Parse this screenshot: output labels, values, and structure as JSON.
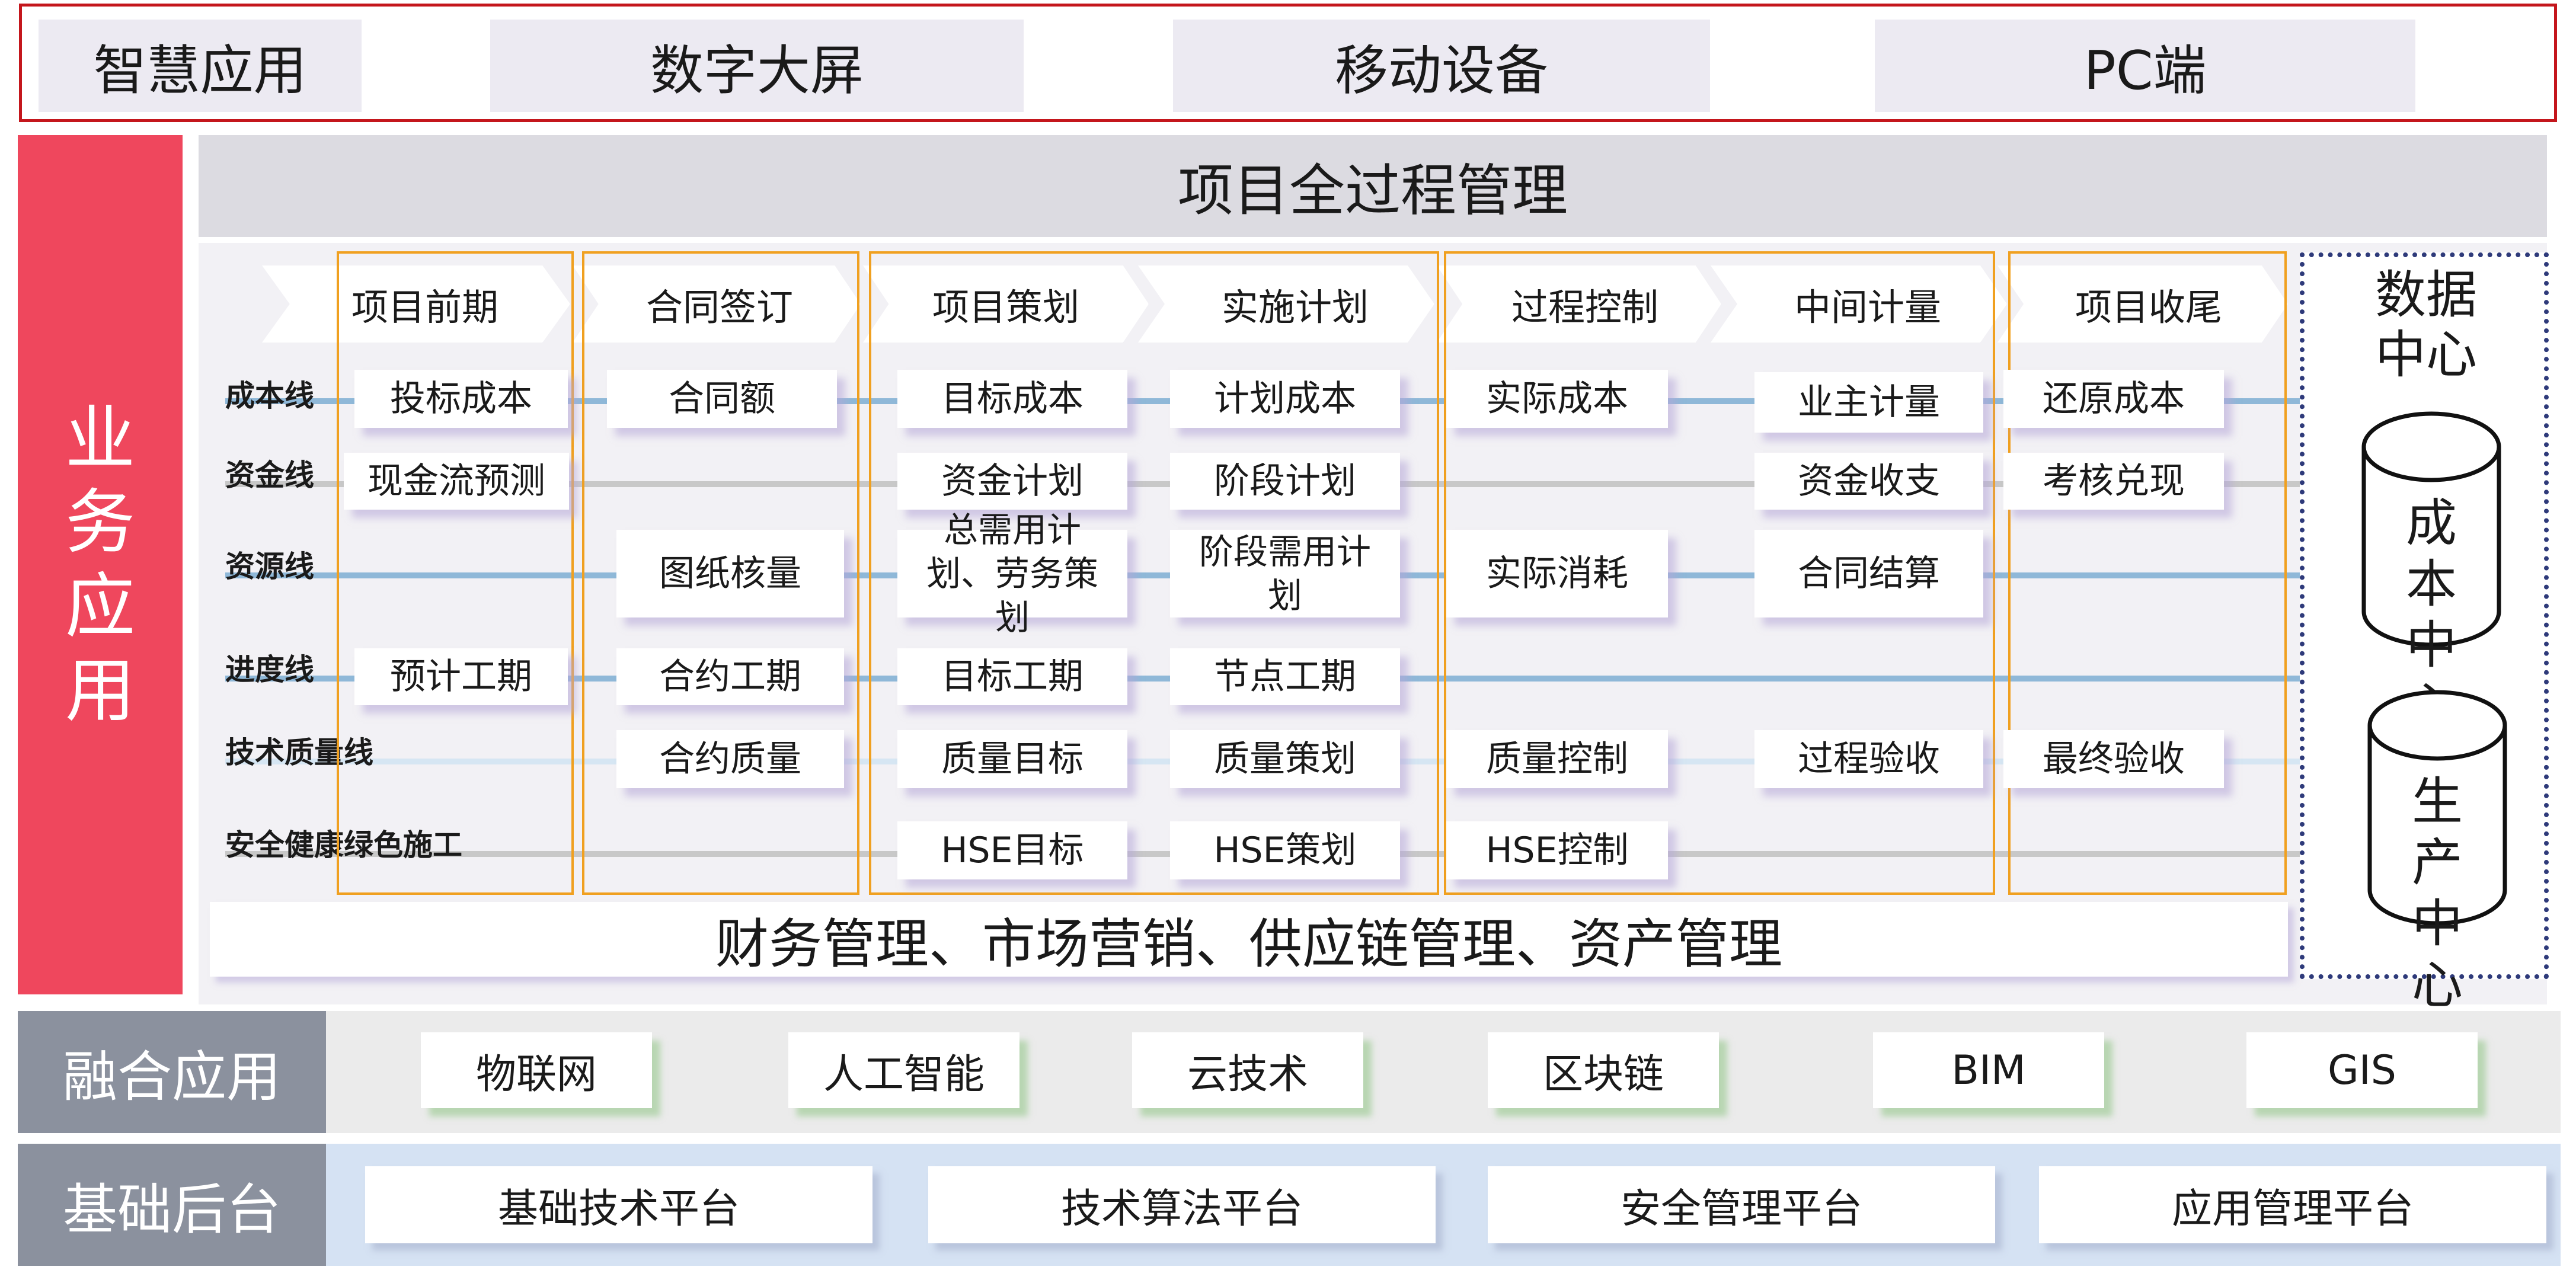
{
  "top": {
    "label": "智慧应用",
    "items": [
      "数字大屏",
      "移动设备",
      "PC端"
    ]
  },
  "business": {
    "side_label": "业务应用",
    "header": "项目全过程管理",
    "phases": [
      "项目前期",
      "合同签订",
      "项目策划",
      "实施计划",
      "过程控制",
      "中间计量",
      "项目收尾"
    ],
    "lines": [
      "成本线",
      "资金线",
      "资源线",
      "进度线",
      "技术质量线",
      "安全健康绿色施工"
    ],
    "cells": {
      "cost": [
        "投标成本",
        "合同额",
        "目标成本",
        "计划成本",
        "实际成本",
        "业主计量",
        "还原成本"
      ],
      "fund": [
        "现金流预测",
        "资金计划",
        "阶段计划",
        "资金收支",
        "考核兑现"
      ],
      "resource": [
        "图纸核量",
        "总需用计划、劳务策划",
        "阶段需用计划",
        "实际消耗",
        "合同结算"
      ],
      "schedule": [
        "预计工期",
        "合约工期",
        "目标工期",
        "节点工期"
      ],
      "quality": [
        "合约质量",
        "质量目标",
        "质量策划",
        "质量控制",
        "过程验收",
        "最终验收"
      ],
      "hse": [
        "HSE目标",
        "HSE策划",
        "HSE控制"
      ]
    },
    "footer": "财务管理、市场营销、供应链管理、资产管理",
    "data_center": {
      "title": "数据中心",
      "cylinders": [
        "成本中心",
        "生产中心"
      ]
    }
  },
  "fusion": {
    "label": "融合应用",
    "items": [
      "物联网",
      "人工智能",
      "云技术",
      "区块链",
      "BIM",
      "GIS"
    ]
  },
  "base": {
    "label": "基础后台",
    "items": [
      "基础技术平台",
      "技术算法平台",
      "安全管理平台",
      "应用管理平台"
    ]
  },
  "colors": {
    "business_red": "#ef475d",
    "top_border": "#c4161c",
    "phase_border": "#f0a020",
    "data_border": "#2e3a7a",
    "cost_line": "#8fb8d8",
    "grey_label": "#8b919e"
  }
}
